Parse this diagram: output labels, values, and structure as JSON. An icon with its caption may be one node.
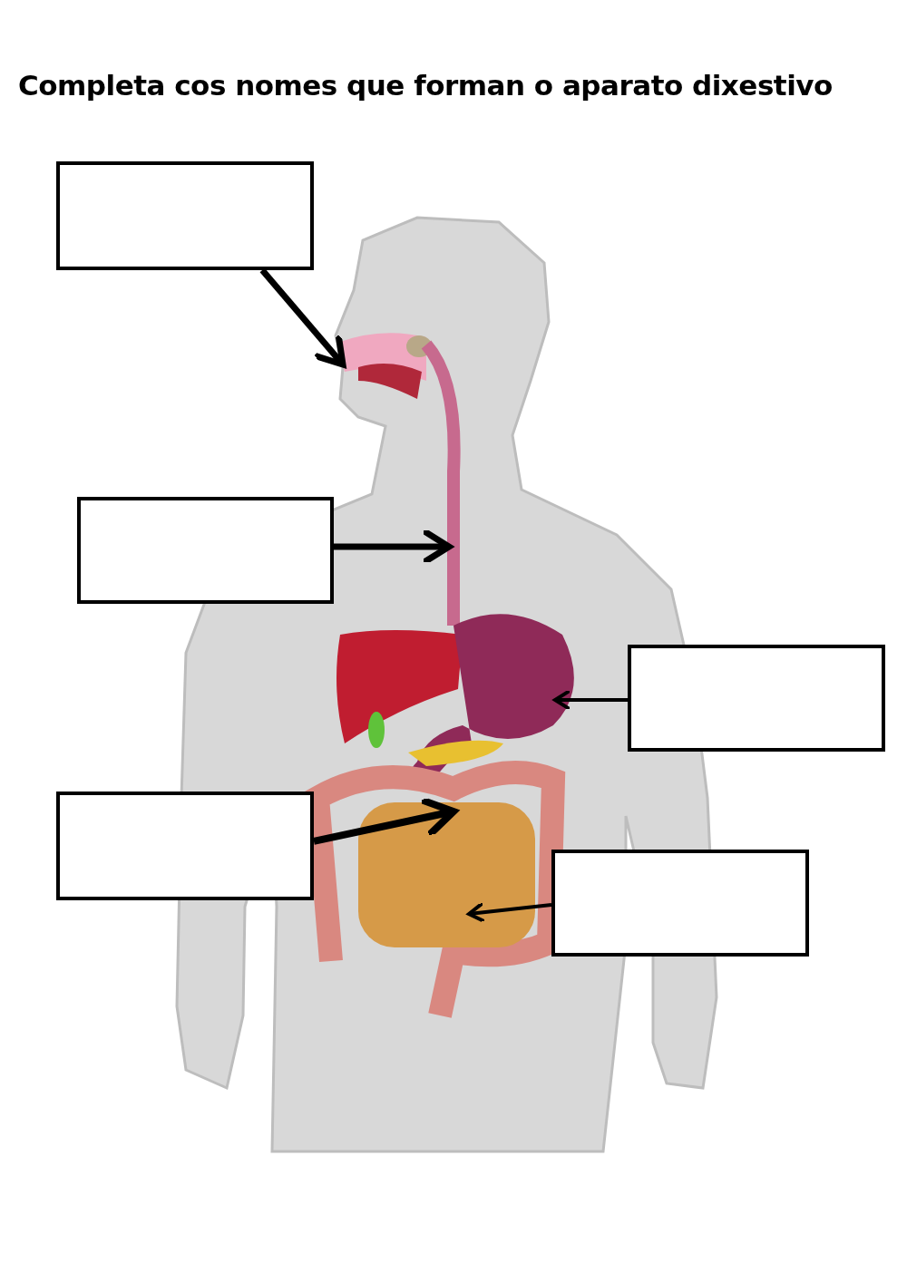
{
  "diagram": {
    "title": "Completa cos nomes que forman o aparato dixestivo",
    "nodes": [
      {
        "text": [],
        "shape": "box"
      },
      {
        "text": [],
        "shape": "box"
      },
      {
        "text": [],
        "shape": "box"
      },
      {
        "text": [],
        "shape": "box"
      },
      {
        "text": [],
        "shape": "box"
      }
    ],
    "edges": [
      {
        "from": 0,
        "to": null,
        "arrow": "to"
      },
      {
        "from": 1,
        "to": null,
        "arrow": "to"
      },
      {
        "from": 2,
        "to": null,
        "arrow": "to"
      },
      {
        "from": 3,
        "to": null,
        "arrow": "to"
      },
      {
        "from": 4,
        "to": null,
        "arrow": "to"
      }
    ]
  }
}
